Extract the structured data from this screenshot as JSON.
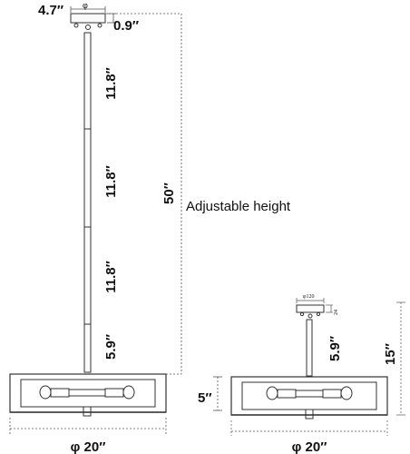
{
  "left": {
    "canopy_diameter": "4.7″",
    "canopy_symbol": "φ",
    "canopy_height": "0.9″",
    "rod_segments": [
      "11.8″",
      "11.8″",
      "11.8″",
      "5.9″"
    ],
    "total_height": "50″",
    "adjustable_label": "Adjustable height",
    "shade_height": "5″",
    "diameter": "φ 20″"
  },
  "right": {
    "canopy_diameter": "φ120",
    "canopy_height": "24",
    "rod_segment": "5.9″",
    "total_height": "15″",
    "diameter": "φ 20″"
  },
  "colors": {
    "line": "#333333",
    "dashed": "#555555"
  }
}
